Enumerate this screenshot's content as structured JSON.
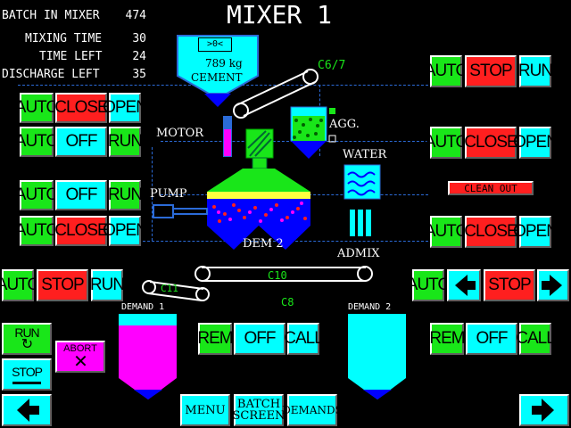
{
  "title": "MIXER 1",
  "stats": [
    {
      "label": "BATCH IN MIXER",
      "value": "474"
    },
    {
      "label": "MIXING TIME",
      "value": "30"
    },
    {
      "label": "TIME LEFT",
      "value": "24"
    },
    {
      "label": "DISCHARGE LEFT",
      "value": "35"
    }
  ],
  "cement": {
    "zero_label": ">0<",
    "weight": "789 kg",
    "label": "CEMENT"
  },
  "labels": {
    "c67": "C6/7",
    "agg": "AGG.",
    "motor": "MOTOR",
    "water": "WATER",
    "pump": "PUMP",
    "dem2": "DEM 2",
    "admix": "ADMIX",
    "c10": "C10",
    "c11": "C11",
    "c8": "C8",
    "demand1": "DEMAND 1",
    "demand2": "DEMAND 2",
    "clean_out": "CLEAN OUT"
  },
  "buttons": {
    "auto": "AUTO",
    "close": "CLOSE",
    "open": "OPEN",
    "off": "OFF",
    "run": "RUN",
    "stop": "STOP",
    "rem": "REM",
    "call": "CALL",
    "abort": "ABORT",
    "menu": "MENU",
    "batch_screen": "BATCH SCREEN",
    "demands": "DEMANDS"
  },
  "colors": {
    "auto": "#19e619",
    "close": "#ff1f1f",
    "open": "#00ffff",
    "magenta": "#ff00ff",
    "pipe": "#2b6bd8"
  },
  "icons": {
    "left": "left-arrow-icon",
    "right": "right-arrow-icon",
    "run": "rotate-icon",
    "abort": "cross-icon"
  }
}
